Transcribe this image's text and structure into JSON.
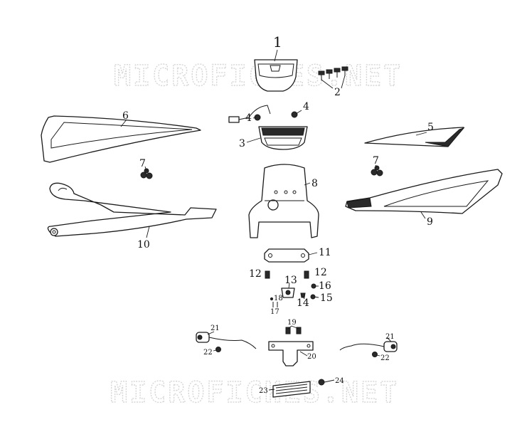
{
  "watermark": {
    "text": "MICROFICHES.NET",
    "color": "#d6d6d6"
  },
  "callouts": {
    "c1": "1",
    "c2": "2",
    "c3": "3",
    "c4a": "4",
    "c4b": "4",
    "c5": "5",
    "c6": "6",
    "c7a": "7",
    "c7b": "7",
    "c8": "8",
    "c9": "9",
    "c10": "10",
    "c11": "11",
    "c12a": "12",
    "c12b": "12",
    "c13": "13",
    "c14": "14",
    "c15": "15",
    "c16": "16",
    "c17": "17",
    "c18": "18",
    "c19": "19",
    "c20": "20",
    "c21a": "21",
    "c21b": "21",
    "c22a": "22",
    "c22b": "22",
    "c23": "23",
    "c24": "24"
  }
}
